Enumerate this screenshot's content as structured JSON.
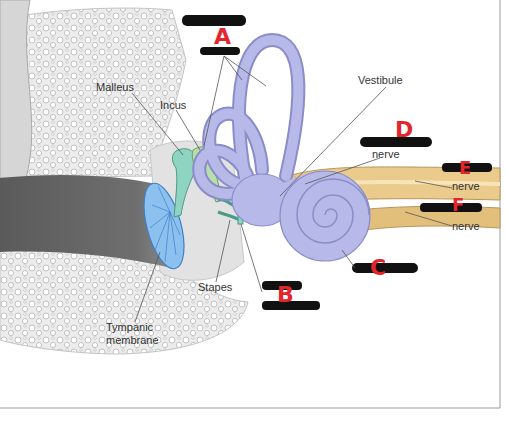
{
  "diagram": {
    "labels": [
      "A",
      "Malleus",
      "Incus",
      "Vestibule",
      "D",
      "nerve",
      "E",
      "nerve",
      "F",
      "nerve",
      "Stapes",
      "B",
      "C",
      "Tympanic membrane"
    ]
  }
}
